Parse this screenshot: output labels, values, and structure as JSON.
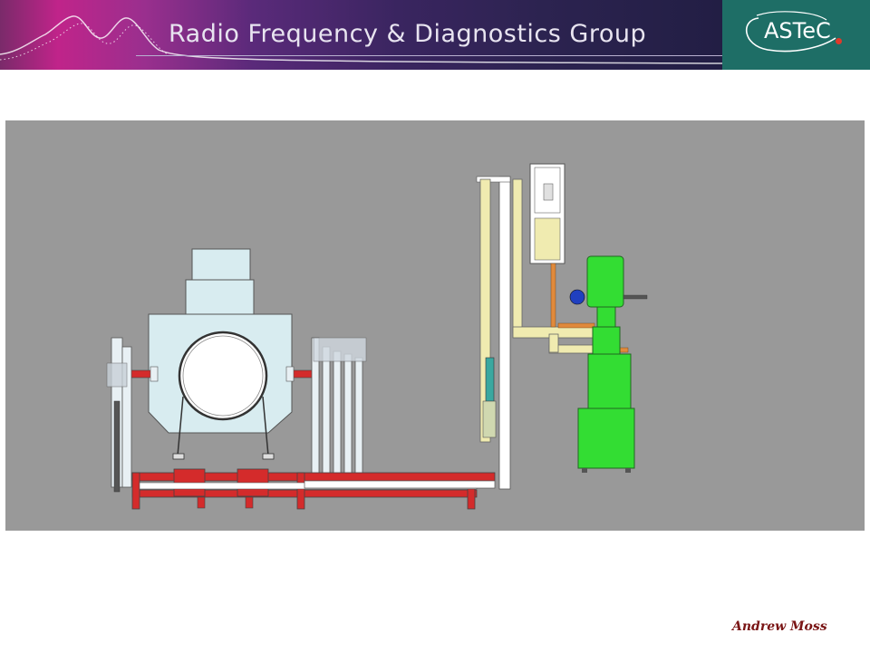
{
  "header": {
    "title": "Radio Frequency & Diagnostics Group",
    "logo_text": "ASTeC",
    "colors": {
      "banner_start": "#c0248a",
      "banner_end": "#221e44",
      "logo_bg": "#1e6e66",
      "logo_dot": "#e0392b"
    }
  },
  "diagram": {
    "background": "#999999",
    "colors": {
      "frame": "#d42b2b",
      "cavity": "#d8ecf0",
      "pipe": "#f0ebb0",
      "pump": "#33dd33",
      "copper": "#e08a3c"
    }
  },
  "footer": {
    "author": "Andrew Moss"
  }
}
